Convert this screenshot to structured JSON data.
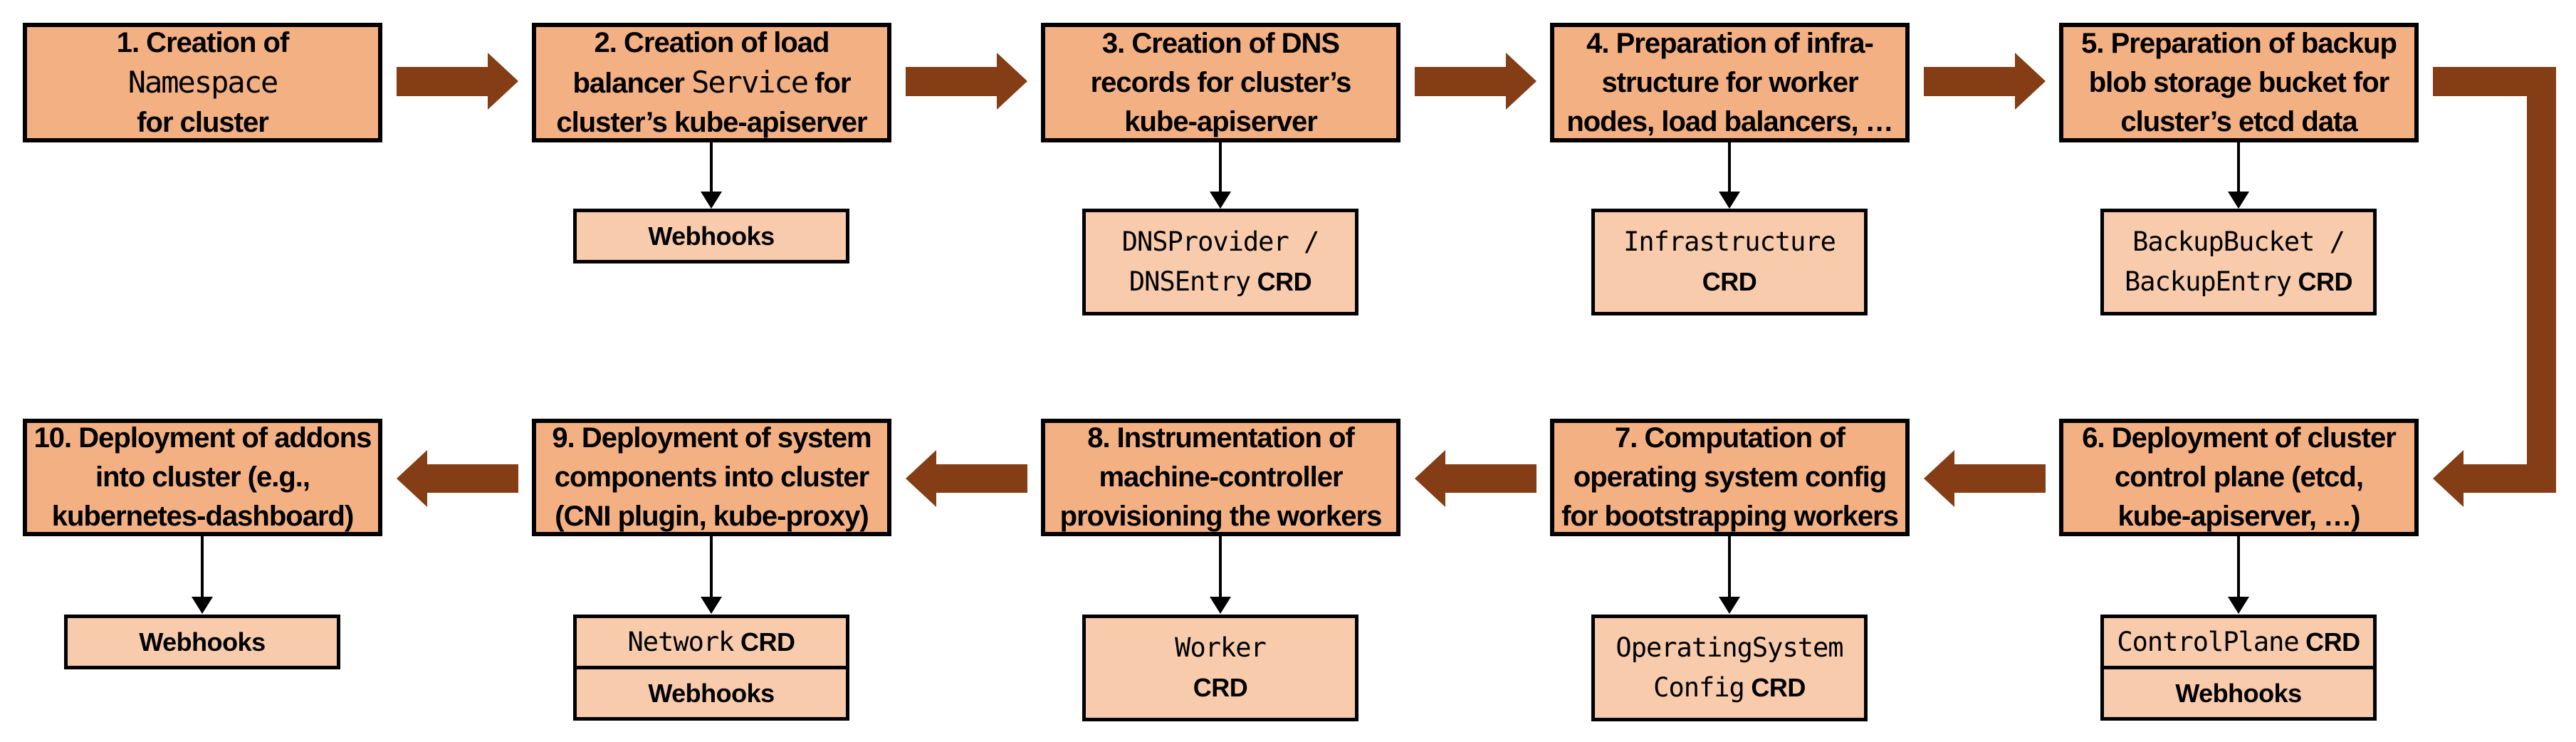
{
  "palette": {
    "main_box_fill": "#F3B083",
    "sub_box_fill": "#F7CBAC",
    "arrow_brown": "#843D14",
    "border": "#000000",
    "background": "#FFFFFF"
  },
  "steps": {
    "s1": {
      "lines": [
        [
          {
            "t": "1. Creation of"
          }
        ],
        [
          {
            "t": "Namespace",
            "c": 1
          }
        ],
        [
          {
            "t": "for cluster"
          }
        ]
      ]
    },
    "s2": {
      "lines": [
        [
          {
            "t": "2. Creation of load"
          }
        ],
        [
          {
            "t": "balancer ",
            "c": 0
          },
          {
            "t": "Service",
            "c": 1
          },
          {
            "t": " for",
            "c": 0
          }
        ],
        [
          {
            "t": "cluster’s kube-apiserver"
          }
        ]
      ]
    },
    "s3": {
      "lines": [
        [
          {
            "t": "3. Creation of DNS"
          }
        ],
        [
          {
            "t": "records for cluster’s"
          }
        ],
        [
          {
            "t": "kube-apiserver"
          }
        ]
      ]
    },
    "s4": {
      "lines": [
        [
          {
            "t": "4. Preparation of infra-"
          }
        ],
        [
          {
            "t": "structure for worker"
          }
        ],
        [
          {
            "t": "nodes, load balancers, …"
          }
        ]
      ]
    },
    "s5": {
      "lines": [
        [
          {
            "t": "5. Preparation of backup"
          }
        ],
        [
          {
            "t": "blob storage bucket for"
          }
        ],
        [
          {
            "t": "cluster’s etcd data"
          }
        ]
      ]
    },
    "s6": {
      "lines": [
        [
          {
            "t": "6. Deployment of cluster"
          }
        ],
        [
          {
            "t": "control plane (etcd,"
          }
        ],
        [
          {
            "t": "kube-apiserver, …)"
          }
        ]
      ]
    },
    "s7": {
      "lines": [
        [
          {
            "t": "7. Computation of"
          }
        ],
        [
          {
            "t": "operating system config"
          }
        ],
        [
          {
            "t": "for bootstrapping workers"
          }
        ]
      ]
    },
    "s8": {
      "lines": [
        [
          {
            "t": "8. Instrumentation of"
          }
        ],
        [
          {
            "t": "machine-controller"
          }
        ],
        [
          {
            "t": "provisioning the workers"
          }
        ]
      ]
    },
    "s9": {
      "lines": [
        [
          {
            "t": "9. Deployment of system"
          }
        ],
        [
          {
            "t": "components into cluster"
          }
        ],
        [
          {
            "t": "(CNI plugin, kube-proxy)"
          }
        ]
      ]
    },
    "s10": {
      "lines": [
        [
          {
            "t": "10. Deployment of addons"
          }
        ],
        [
          {
            "t": "into cluster (e.g.,"
          }
        ],
        [
          {
            "t": "kubernetes-dashboard)"
          }
        ]
      ]
    }
  },
  "subs": {
    "s2_webhooks": [
      [
        {
          "t": "Webhooks"
        }
      ]
    ],
    "s3_dns": [
      [
        {
          "t": "DNSProvider /",
          "c": 1
        }
      ],
      [
        {
          "t": "DNSEntry",
          "c": 1
        },
        {
          "t": " CRD",
          "c": 0
        }
      ]
    ],
    "s4_infra": [
      [
        {
          "t": "Infrastructure",
          "c": 1
        }
      ],
      [
        {
          "t": "CRD",
          "c": 0
        }
      ]
    ],
    "s5_backup": [
      [
        {
          "t": "BackupBucket /",
          "c": 1
        }
      ],
      [
        {
          "t": "BackupEntry",
          "c": 1
        },
        {
          "t": " CRD",
          "c": 0
        }
      ]
    ],
    "s6_controlplane": [
      [
        {
          "t": "ControlPlane",
          "c": 1
        },
        {
          "t": " CRD",
          "c": 0
        }
      ]
    ],
    "s6_webhooks": [
      [
        {
          "t": "Webhooks"
        }
      ]
    ],
    "s7_osc": [
      [
        {
          "t": "OperatingSystem",
          "c": 1
        }
      ],
      [
        {
          "t": "Config",
          "c": 1
        },
        {
          "t": " CRD",
          "c": 0
        }
      ]
    ],
    "s8_worker": [
      [
        {
          "t": "Worker",
          "c": 1
        }
      ],
      [
        {
          "t": "CRD",
          "c": 0
        }
      ]
    ],
    "s9_network": [
      [
        {
          "t": "Network",
          "c": 1
        },
        {
          "t": " CRD",
          "c": 0
        }
      ]
    ],
    "s9_webhooks": [
      [
        {
          "t": "Webhooks"
        }
      ]
    ],
    "s10_webhooks": [
      [
        {
          "t": "Webhooks"
        }
      ]
    ]
  }
}
